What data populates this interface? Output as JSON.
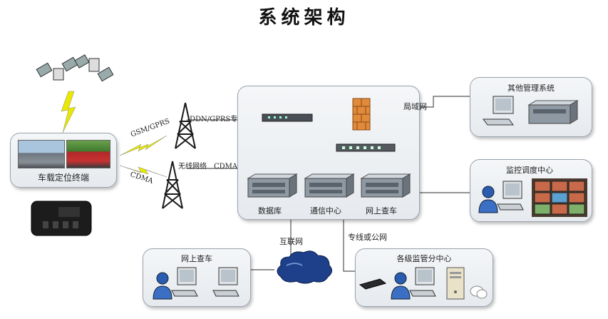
{
  "title": "系统架构",
  "labels": {
    "ddn_gprs": "DDN/GPRS专线",
    "gsm_gprs": "GSM/GPRS",
    "wireless_network": "无线网络",
    "cdma_line": "CDMA专线",
    "cdma": "CDMA",
    "lan": "局域网",
    "internet": "互联网",
    "dedicated_or_public": "专线或公网"
  },
  "nodes": {
    "vehicle_terminal": "车载定位终端",
    "database": "数据库",
    "comm_center": "通信中心",
    "online_vehicle_check": "网上查车",
    "other_systems": "其他管理系统",
    "monitor_dispatch": "监控调度中心",
    "online_vehicle_check_client": "网上查车",
    "sub_centers": "各级监管分中心"
  },
  "colors": {
    "panel_bg": "#eef1f4",
    "panel_border": "#9aa3ad",
    "lightning": "#e8e800",
    "tower": "#1a1a1a",
    "cloud": "#1e3f8a",
    "firewall": "#e08a3a"
  }
}
